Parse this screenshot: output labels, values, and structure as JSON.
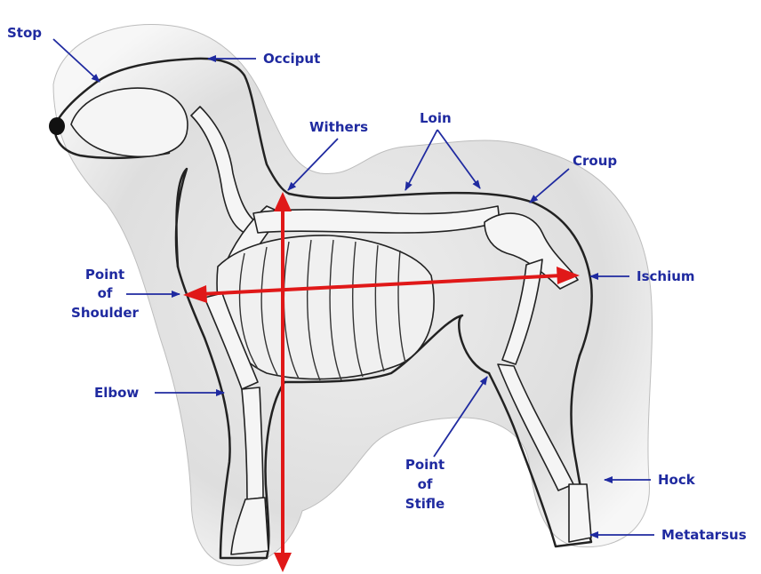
{
  "labels": {
    "stop": "Stop",
    "occiput": "Occiput",
    "withers": "Withers",
    "loin": "Loin",
    "croup": "Croup",
    "point_of_shoulder": [
      "Point",
      "of",
      "Shoulder"
    ],
    "ischium": "Ischium",
    "elbow": "Elbow",
    "point_of_stifle": [
      "Point",
      "of",
      "Stifle"
    ],
    "hock": "Hock",
    "metatarsus": "Metatarsus"
  },
  "colors": {
    "label_text": "#1f2aa0",
    "pointer_arrow": "#1f2aa0",
    "measure_arrow": "#e01818",
    "outline": "#222222",
    "fur": "#dcdcdc"
  }
}
